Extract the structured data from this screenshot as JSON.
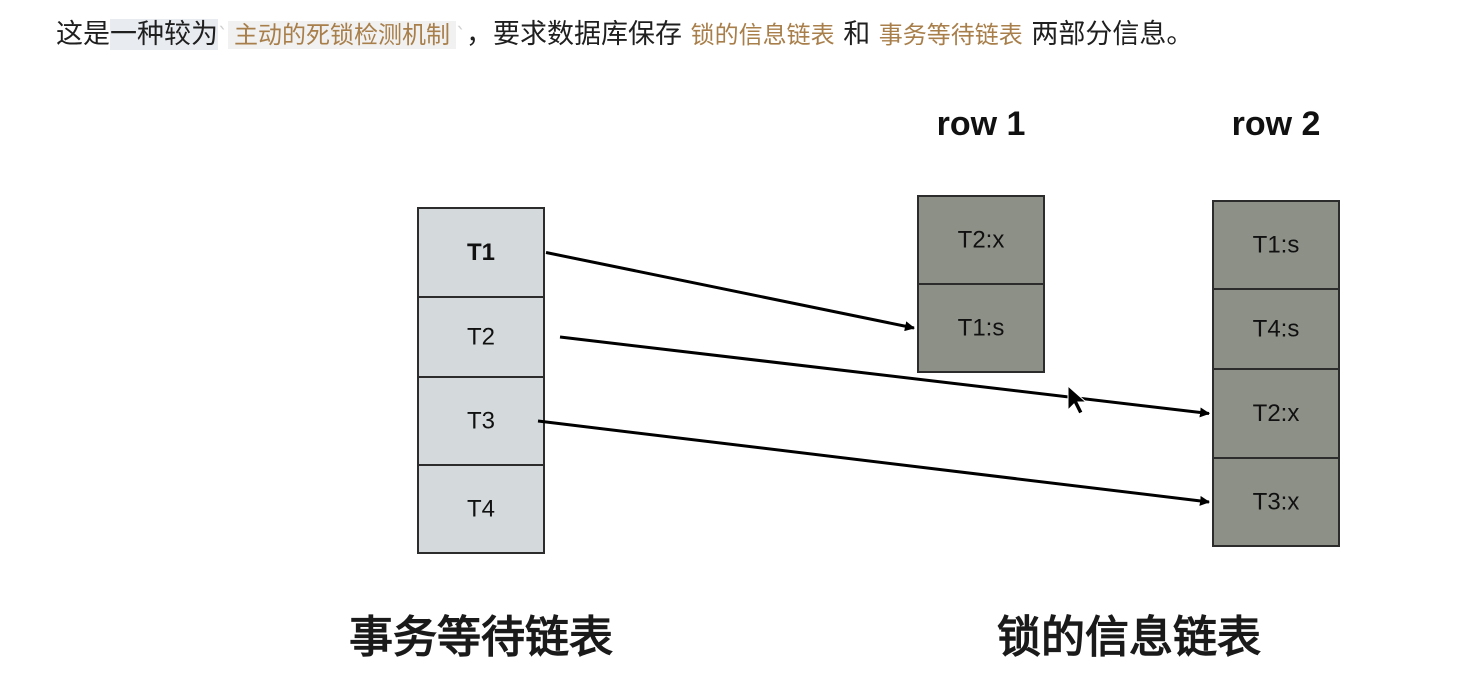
{
  "intro": {
    "part1": "这是",
    "part2": "一种较为",
    "tick_open": "`",
    "mechanism": "主动的死锁检测机制",
    "tick_close": "`",
    "part3": "，要求数据库保存",
    "lock_list_term": "锁的信息链表",
    "and": "和",
    "wait_list_term": "事务等待链表",
    "part4": "两部分信息。"
  },
  "diagram": {
    "transaction_list": {
      "caption": "事务等待链表",
      "items": [
        "T1",
        "T2",
        "T3",
        "T4"
      ]
    },
    "lock_list": {
      "caption": "锁的信息链表",
      "rows": [
        {
          "name": "row 1",
          "locks": [
            "T2:x",
            "T1:s"
          ]
        },
        {
          "name": "row 2",
          "locks": [
            "T1:s",
            "T4:s",
            "T2:x",
            "T3:x"
          ]
        }
      ]
    },
    "edges": [
      {
        "from": "T1",
        "to_row": "row 1",
        "to_lock": "T1:s"
      },
      {
        "from": "T2",
        "to_row": "row 2",
        "to_lock": "T2:x"
      },
      {
        "from": "T3",
        "to_row": "row 2",
        "to_lock": "T3:x"
      }
    ]
  },
  "colors": {
    "transaction_cell": "#d4dadc",
    "lock_cell": "#8d9087",
    "keyword_text": "#a87f4b"
  }
}
